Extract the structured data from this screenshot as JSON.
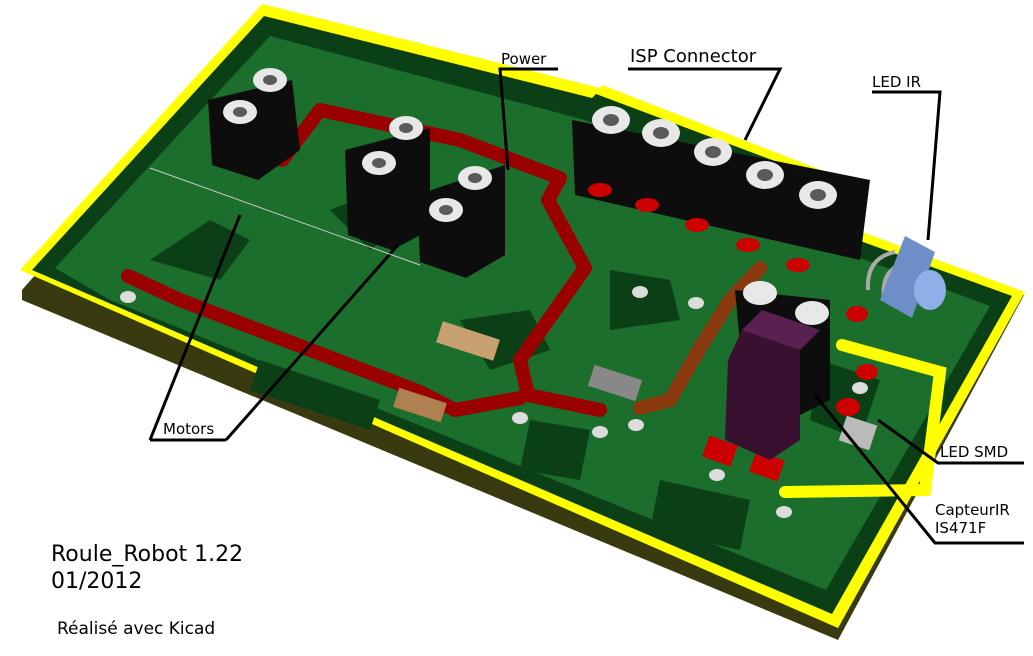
{
  "labels": {
    "power": "Power",
    "isp_connector": "ISP Connector",
    "led_ir": "LED IR",
    "motors": "Motors",
    "led_smd": "LED SMD",
    "capteur_line1": "CapteurIR",
    "capteur_line2": "IS471F"
  },
  "footer": {
    "title": "Roule_Robot 1.22",
    "date": "01/2012",
    "made_with": "Réalisé avec Kicad"
  },
  "colors": {
    "board_green": "#0c4a1a",
    "copper_green": "#1f7a32",
    "board_edge": "#ffff00",
    "trace_red": "#9a0000",
    "trace_brown": "#8b3a0f",
    "component_black": "#0d0d0d",
    "sensor_purple": "#3a1030",
    "led_blue": "#7fa0d8"
  }
}
